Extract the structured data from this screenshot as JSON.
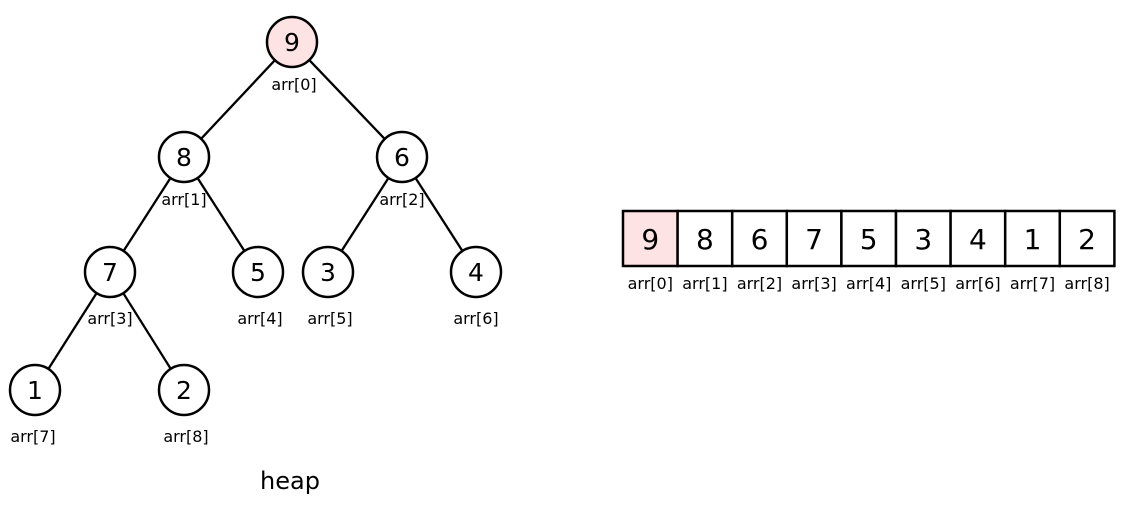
{
  "colors": {
    "highlight_fill": "#fde3e3",
    "default_fill": "#ffffff",
    "stroke": "#000000"
  },
  "heap": {
    "caption": "heap",
    "nodes": [
      {
        "value": "9",
        "label": "arr[0]",
        "highlight": true
      },
      {
        "value": "8",
        "label": "arr[1]",
        "highlight": false
      },
      {
        "value": "6",
        "label": "arr[2]",
        "highlight": false
      },
      {
        "value": "7",
        "label": "arr[3]",
        "highlight": false
      },
      {
        "value": "5",
        "label": "arr[4]",
        "highlight": false
      },
      {
        "value": "3",
        "label": "arr[5]",
        "highlight": false
      },
      {
        "value": "4",
        "label": "arr[6]",
        "highlight": false
      },
      {
        "value": "1",
        "label": "arr[7]",
        "highlight": false
      },
      {
        "value": "2",
        "label": "arr[8]",
        "highlight": false
      }
    ],
    "edges": [
      [
        0,
        1
      ],
      [
        0,
        2
      ],
      [
        1,
        3
      ],
      [
        1,
        4
      ],
      [
        2,
        5
      ],
      [
        2,
        6
      ],
      [
        3,
        7
      ],
      [
        3,
        8
      ]
    ]
  },
  "array": {
    "cells": [
      {
        "value": "9",
        "label": "arr[0]",
        "highlight": true
      },
      {
        "value": "8",
        "label": "arr[1]",
        "highlight": false
      },
      {
        "value": "6",
        "label": "arr[2]",
        "highlight": false
      },
      {
        "value": "7",
        "label": "arr[3]",
        "highlight": false
      },
      {
        "value": "5",
        "label": "arr[4]",
        "highlight": false
      },
      {
        "value": "3",
        "label": "arr[5]",
        "highlight": false
      },
      {
        "value": "4",
        "label": "arr[6]",
        "highlight": false
      },
      {
        "value": "1",
        "label": "arr[7]",
        "highlight": false
      },
      {
        "value": "2",
        "label": "arr[8]",
        "highlight": false
      }
    ]
  }
}
